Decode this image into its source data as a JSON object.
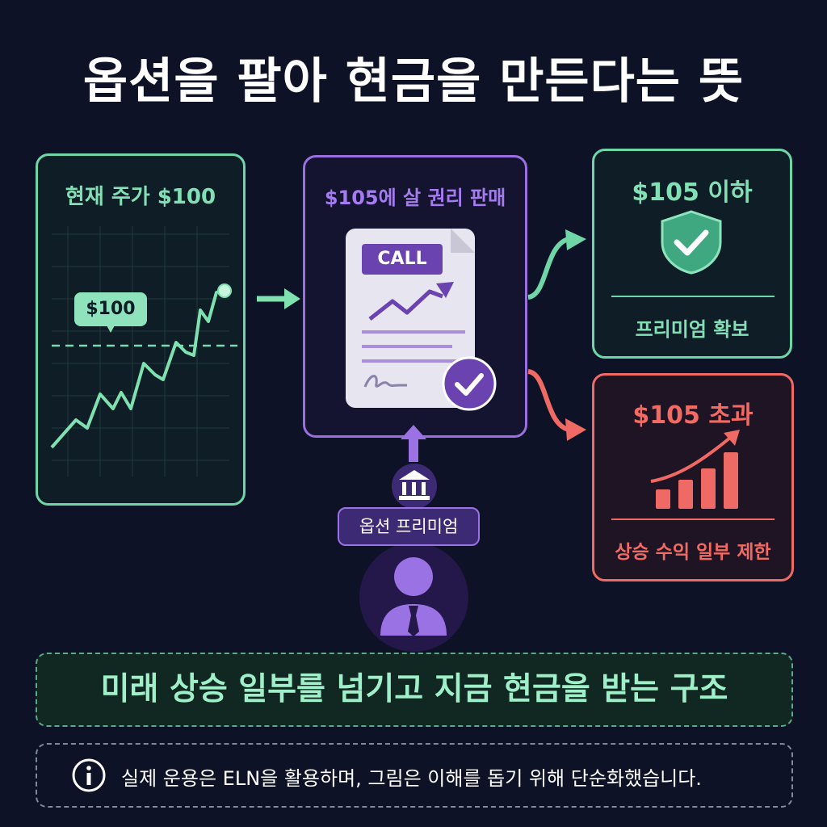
{
  "title": "옵션을 팔아 현금을 만든다는 뜻",
  "panels": {
    "current_price": {
      "title": "현재 주가 $100",
      "price_tag": "$100"
    },
    "call_sale": {
      "title": "$105에 살 권리 판매",
      "badge": "CALL",
      "premium_label": "옵션 프리미엄"
    },
    "below": {
      "title": "$105 이하",
      "caption": "프리미엄 확보"
    },
    "above": {
      "title": "$105 초과",
      "caption": "상승 수익 일부 제한"
    }
  },
  "summary": "미래 상승 일부를 넘기고 지금 현금을 받는 구조",
  "note": "실제 운용은 ELN을 활용하며, 그림은 이해를 돕기 위해 단순화했습니다.",
  "icons": [
    "chart-line-icon",
    "arrow-right-icon",
    "document-icon",
    "check-icon",
    "bank-icon",
    "person-icon",
    "shield-check-icon",
    "bar-chart-icon",
    "info-icon"
  ],
  "colors": {
    "background": "#0e1226",
    "green": "#6fd6a8",
    "purple": "#9a6fe0",
    "red": "#ef6a64"
  }
}
